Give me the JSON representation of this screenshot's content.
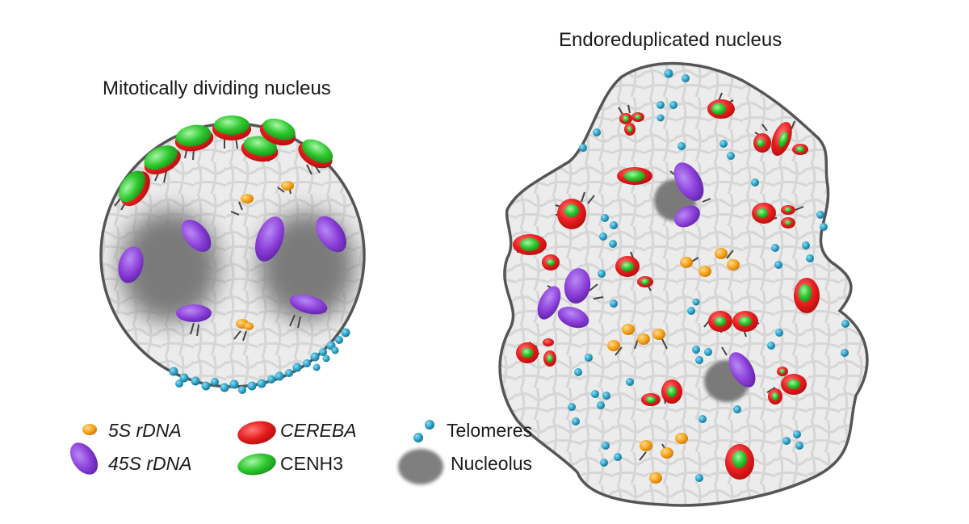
{
  "titles": {
    "mitotic": "Mitotically dividing nucleus",
    "endo": "Endoreduplicated nucleus"
  },
  "legend": {
    "rdna5s": "5S rDNA",
    "rdna45s": "45S rDNA",
    "cereba": "CEREBA",
    "cenh3": "CENH3",
    "telomeres": "Telomeres",
    "nucleolus": "Nucleolus"
  },
  "colors": {
    "rdna5s": "#f5a21b",
    "rdna45s": "#8b3fd9",
    "cereba": "#e81e1e",
    "cenh3": "#2ec92e",
    "telomeres": "#2aa0c6",
    "nucleolus": "#7f7f7f",
    "nucleus_fill": "#e9e9e9",
    "nucleus_border": "#555555"
  }
}
